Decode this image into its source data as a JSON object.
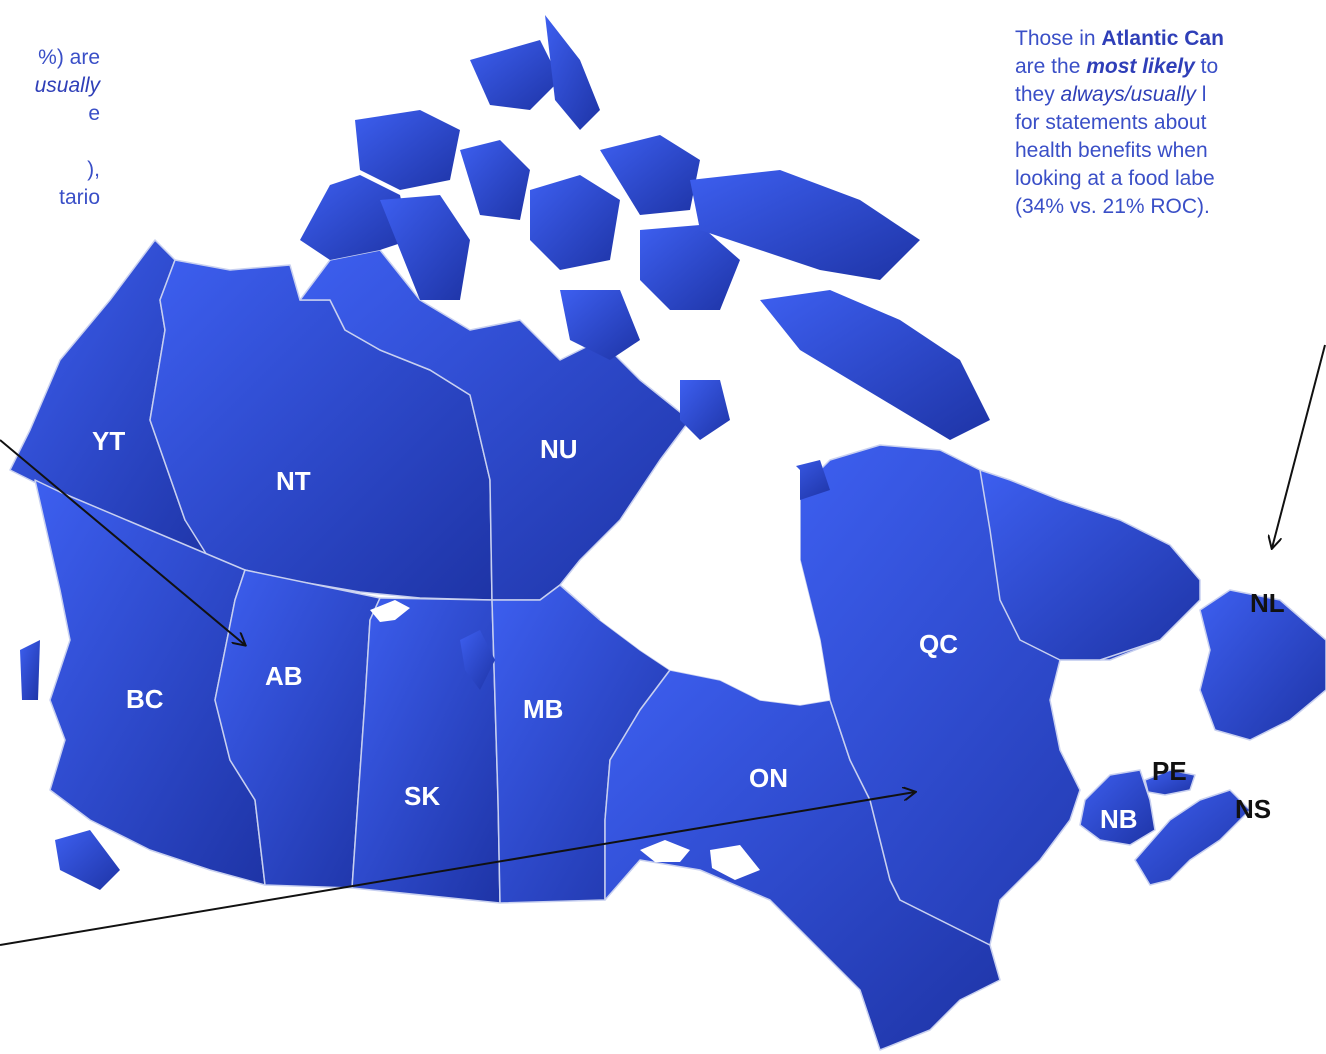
{
  "colors": {
    "province_fill": "#2f4bd6",
    "province_fill_dark": "#1f36a8",
    "note_text": "#3a4fc7",
    "arrow": "#111111"
  },
  "provinces": {
    "YT": "YT",
    "NT": "NT",
    "NU": "NU",
    "BC": "BC",
    "AB": "AB",
    "SK": "SK",
    "MB": "MB",
    "ON": "ON",
    "QC": "QC",
    "NL": "NL",
    "PE": "PE",
    "NB": "NB",
    "NS": "NS"
  },
  "left_note": {
    "line1": "%) are",
    "line2": "usually",
    "line3": "e",
    "line4": "),",
    "line5": "tario"
  },
  "right_note": {
    "l1_pre": "Those in ",
    "l1_bold": "Atlantic Can",
    "l2_pre": "are the ",
    "l2_bold": "most likely",
    "l2_post": " to",
    "l3_pre": "they ",
    "l3_ital": "always/usually",
    "l3_post": " l",
    "l4": "for statements about",
    "l5": "health benefits  when",
    "l6": "looking at a food labe",
    "l7": "(34% vs. 21% ROC)."
  }
}
